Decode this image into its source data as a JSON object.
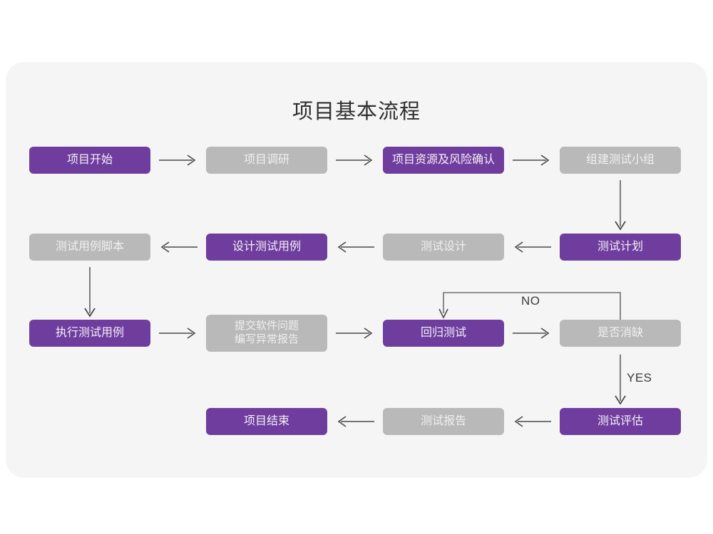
{
  "page": {
    "title": "项目基本流程",
    "background": "#ffffff",
    "card_background": "#f5f5f6"
  },
  "colors": {
    "purple": "#6f3d9e",
    "gray": "#b9b9b9",
    "purple_text": "#f4f1f7",
    "gray_text": "#f0f0f0",
    "arrow": "#4a4a4a",
    "title_text": "#2f2f2f"
  },
  "chart_data": {
    "type": "diagram",
    "title": "项目基本流程",
    "nodes": [
      {
        "id": "n1",
        "label": "项目开始",
        "style": "purple",
        "row": 1,
        "col": 1
      },
      {
        "id": "n2",
        "label": "项目调研",
        "style": "gray",
        "row": 1,
        "col": 2
      },
      {
        "id": "n3",
        "label": "项目资源及风险确认",
        "style": "purple",
        "row": 1,
        "col": 3
      },
      {
        "id": "n4",
        "label": "组建测试小组",
        "style": "gray",
        "row": 1,
        "col": 4
      },
      {
        "id": "n5",
        "label": "测试用例脚本",
        "style": "gray",
        "row": 2,
        "col": 1
      },
      {
        "id": "n6",
        "label": "设计测试用例",
        "style": "purple",
        "row": 2,
        "col": 2
      },
      {
        "id": "n7",
        "label": "测试设计",
        "style": "gray",
        "row": 2,
        "col": 3
      },
      {
        "id": "n8",
        "label": "测试计划",
        "style": "purple",
        "row": 2,
        "col": 4
      },
      {
        "id": "n9",
        "label": "执行测试用例",
        "style": "purple",
        "row": 3,
        "col": 1
      },
      {
        "id": "n10",
        "label": "提交软件问题\n编写异常报告",
        "style": "gray",
        "row": 3,
        "col": 2
      },
      {
        "id": "n11",
        "label": "回归测试",
        "style": "purple",
        "row": 3,
        "col": 3
      },
      {
        "id": "n12",
        "label": "是否消缺",
        "style": "gray",
        "row": 3,
        "col": 4
      },
      {
        "id": "n13",
        "label": "项目结束",
        "style": "purple",
        "row": 4,
        "col": 2
      },
      {
        "id": "n14",
        "label": "测试报告",
        "style": "gray",
        "row": 4,
        "col": 3
      },
      {
        "id": "n15",
        "label": "测试评估",
        "style": "purple",
        "row": 4,
        "col": 4
      }
    ],
    "edges": [
      {
        "from": "n1",
        "to": "n2",
        "dir": "right",
        "label": ""
      },
      {
        "from": "n2",
        "to": "n3",
        "dir": "right",
        "label": ""
      },
      {
        "from": "n3",
        "to": "n4",
        "dir": "right",
        "label": ""
      },
      {
        "from": "n4",
        "to": "n8",
        "dir": "down",
        "label": ""
      },
      {
        "from": "n8",
        "to": "n7",
        "dir": "left",
        "label": ""
      },
      {
        "from": "n7",
        "to": "n6",
        "dir": "left",
        "label": ""
      },
      {
        "from": "n6",
        "to": "n5",
        "dir": "left",
        "label": ""
      },
      {
        "from": "n5",
        "to": "n9",
        "dir": "down",
        "label": ""
      },
      {
        "from": "n9",
        "to": "n10",
        "dir": "right",
        "label": ""
      },
      {
        "from": "n10",
        "to": "n11",
        "dir": "right",
        "label": ""
      },
      {
        "from": "n11",
        "to": "n12",
        "dir": "right",
        "label": ""
      },
      {
        "from": "n12",
        "to": "n11",
        "dir": "loop-up",
        "label": "NO"
      },
      {
        "from": "n12",
        "to": "n15",
        "dir": "down",
        "label": "YES"
      },
      {
        "from": "n15",
        "to": "n14",
        "dir": "left",
        "label": ""
      },
      {
        "from": "n14",
        "to": "n13",
        "dir": "left",
        "label": ""
      }
    ],
    "edge_labels": {
      "no": "NO",
      "yes": "YES"
    }
  }
}
